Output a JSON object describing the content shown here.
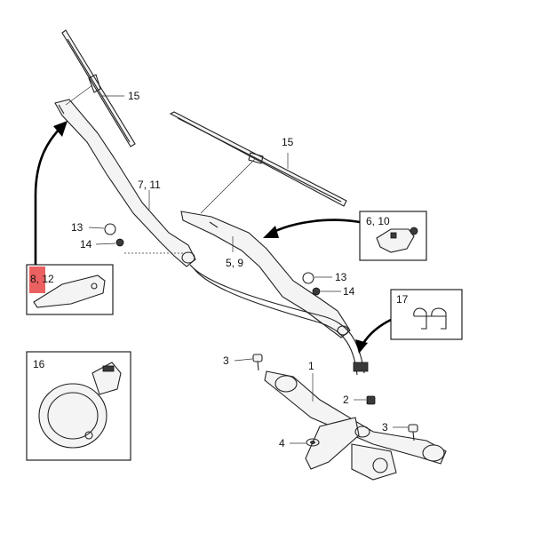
{
  "callouts": {
    "blade_left": "15",
    "blade_right": "15",
    "arm_left": "7, 11",
    "arm_right": "5, 9",
    "cap_left": "13",
    "nut_left": "14",
    "cap_right": "13",
    "nut_right": "14",
    "linkage": "1",
    "bolt_left": "3",
    "bolt_right": "3",
    "nut_center": "2",
    "washer": "4"
  },
  "insets": {
    "inset_a": "8, 12",
    "inset_b": "6, 10",
    "inset_c": "17",
    "inset_d": "16"
  },
  "colors": {
    "highlight": "#e84545"
  }
}
